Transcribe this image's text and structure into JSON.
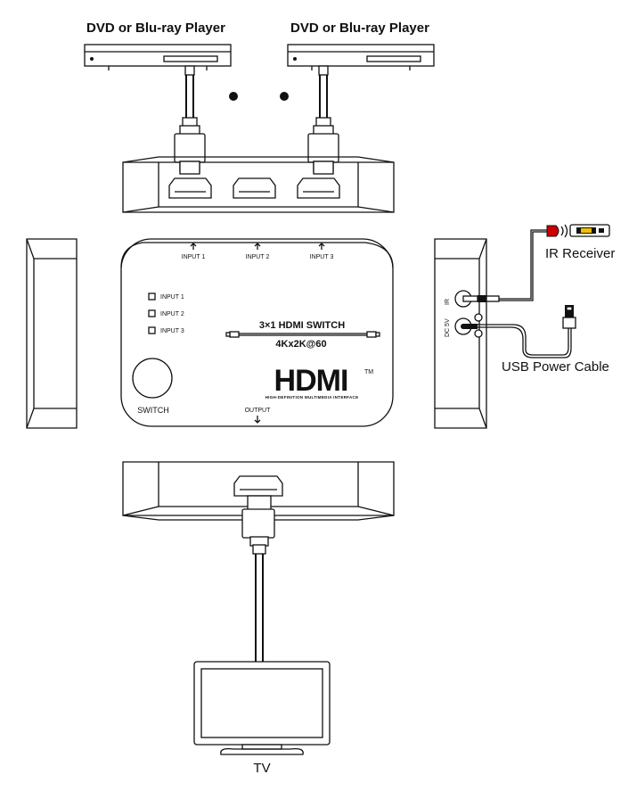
{
  "labels": {
    "source_left": "DVD or Blu-ray Player",
    "source_right": "DVD or Blu-ray Player",
    "ir_receiver": "IR Receiver",
    "usb_power_cable": "USB Power Cable",
    "tv": "TV"
  },
  "front_panel": {
    "input1_top": "INPUT 1",
    "input2_top": "INPUT 2",
    "input3_top": "INPUT 3",
    "led1": "INPUT 1",
    "led2": "INPUT 2",
    "led3": "INPUT 3",
    "product_name_prefix": "3×1",
    "product_name_hdmi": "HDMI",
    "product_name_suffix": "SWITCH",
    "resolution": "4Kx2K@60",
    "logo": "HDMI",
    "logo_tm": "TM",
    "logo_subtitle": "HIGH-DEFINITION MULTIMEDIA INTERFACE",
    "switch_label": "SWITCH",
    "output_label": "OUTPUT"
  },
  "side_panel": {
    "ir_port": "IR",
    "dc_port": "DC 5V"
  }
}
